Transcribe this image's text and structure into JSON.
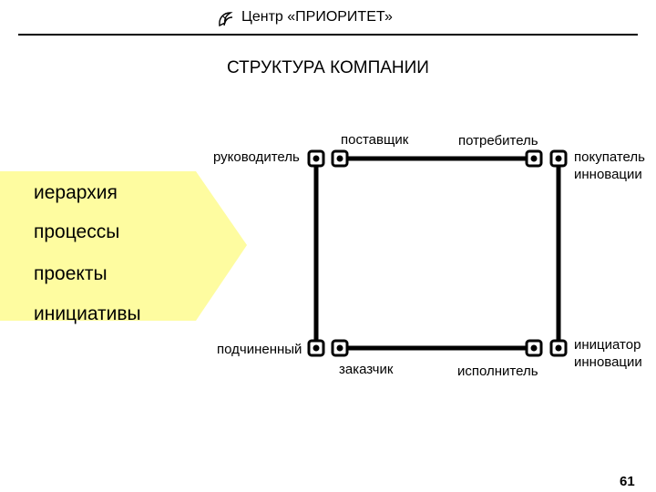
{
  "header": {
    "title": "Центр «ПРИОРИТЕТ»"
  },
  "page_title": "СТРУКТУРА КОМПАНИИ",
  "arrow_items": [
    "иерархия",
    "процессы",
    "проекты",
    "инициативы"
  ],
  "nodes": {
    "top_left": "руководитель",
    "top_inner_left": "поставщик",
    "top_inner_right": "потребитель",
    "top_right": [
      "покупатель",
      "инновации"
    ],
    "bottom_left": "подчиненный",
    "bottom_inner_left": "заказчик",
    "bottom_inner_right": "исполнитель",
    "bottom_right": [
      "инициатор",
      "инновации"
    ]
  },
  "page_number": "61",
  "colors": {
    "arrow_fill": "#fefca0",
    "line": "#000000"
  }
}
